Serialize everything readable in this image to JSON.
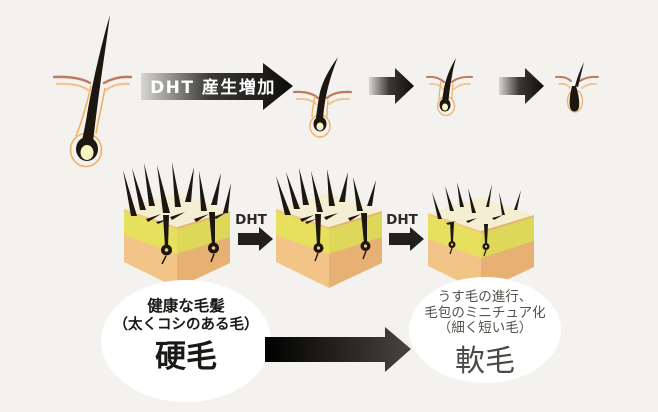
{
  "illustration": {
    "background_color": "#f4f2ee",
    "top_flow": {
      "arrow_label": "DHT 産生増加",
      "arrow_label_color": "#ffffff",
      "stages": [
        {
          "icon": "hair-follicle-large-icon"
        },
        {
          "icon": "hair-follicle-medium-icon"
        },
        {
          "icon": "hair-follicle-small-icon"
        },
        {
          "icon": "hair-follicle-tiny-icon"
        }
      ]
    },
    "bottom_flow": {
      "dht_labels": [
        "DHT",
        "DHT"
      ],
      "dht_label_color": "#2b2a26",
      "blocks": [
        {
          "icon": "scalp-block-healthy-icon"
        },
        {
          "icon": "scalp-block-thinning-icon"
        },
        {
          "icon": "scalp-block-miniaturized-icon"
        }
      ]
    },
    "healthy_bubble": {
      "line1": "健康な毛髪",
      "line2": "（太くコシのある毛）",
      "title": "硬毛",
      "text_color": "#1b1916",
      "fill": "#ffffff"
    },
    "thinning_bubble": {
      "line1": "うす毛の進行、",
      "line2": "毛包のミニチュア化",
      "line3": "（細く短い毛）",
      "title": "軟毛",
      "text_color": "#55524c",
      "title_color": "#4c4a45",
      "fill": "#ffffff"
    },
    "accent_colors": {
      "hair_black": "#1e1710",
      "skin_tan_front": "#f2c487",
      "skin_tan_side": "#e6b173",
      "epidermis_yellow_front": "#e7e05f",
      "epidermis_yellow_side": "#ddd75a",
      "scalp_top_cream": "#f4efd2",
      "follicle_outline_orange": "#f0b166",
      "skin_line_salmon": "#bf7a5f",
      "skin_line_light": "#eec593",
      "papilla_cream": "#faf3c2",
      "arrow_gradient_dark": "#0d0c0a",
      "arrow_gradient_light": "#d8d6d1"
    }
  }
}
